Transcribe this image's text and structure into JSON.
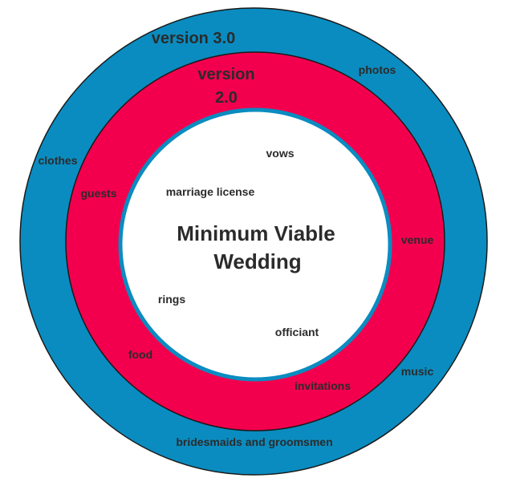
{
  "colors": {
    "outer_ring": "#0a8cc0",
    "middle_ring": "#f2004e",
    "core": "#ffffff",
    "outline": "#1a1a1a",
    "text": "#2b2b2b"
  },
  "diagram": {
    "outer_ring": {
      "title": "version 3.0",
      "items": [
        "photos",
        "clothes",
        "music",
        "bridesmaids and groomsmen"
      ]
    },
    "middle_ring": {
      "title_line1": "version",
      "title_line2": "2.0",
      "items": [
        "guests",
        "venue",
        "food",
        "invitations"
      ]
    },
    "core": {
      "title_line1": "Minimum Viable",
      "title_line2": "Wedding",
      "items": [
        "vows",
        "marriage license",
        "rings",
        "officiant"
      ]
    }
  }
}
